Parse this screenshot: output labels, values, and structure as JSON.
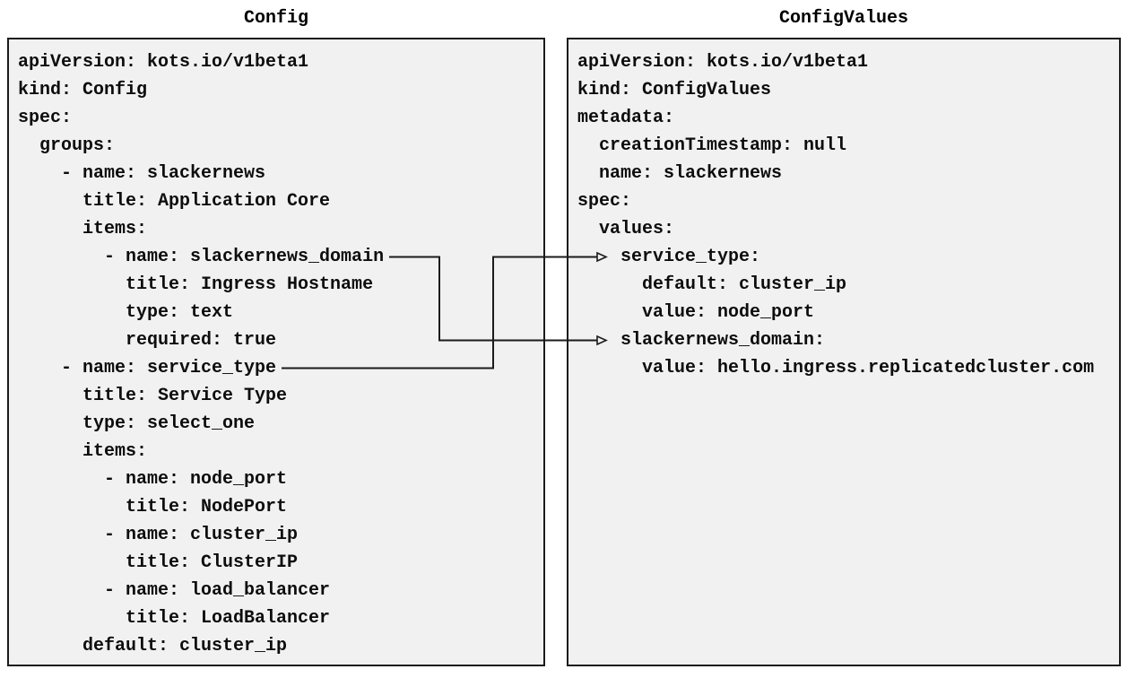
{
  "panels": {
    "config": {
      "title": "Config",
      "lines": [
        "apiVersion: kots.io/v1beta1",
        "kind: Config",
        "spec:",
        "  groups:",
        "    - name: slackernews",
        "      title: Application Core",
        "      items:",
        "        - name: slackernews_domain",
        "          title: Ingress Hostname",
        "          type: text",
        "          required: true",
        "    - name: service_type",
        "      title: Service Type",
        "      type: select_one",
        "      items:",
        "        - name: node_port",
        "          title: NodePort",
        "        - name: cluster_ip",
        "          title: ClusterIP",
        "        - name: load_balancer",
        "          title: LoadBalancer",
        "      default: cluster_ip"
      ]
    },
    "config_values": {
      "title": "ConfigValues",
      "lines": [
        "apiVersion: kots.io/v1beta1",
        "kind: ConfigValues",
        "metadata:",
        "  creationTimestamp: null",
        "  name: slackernews",
        "spec:",
        "  values:",
        "    service_type:",
        "      default: cluster_ip",
        "      value: node_port",
        "    slackernews_domain:",
        "      value: hello.ingress.replicatedcluster.com"
      ]
    }
  },
  "connections": [
    {
      "from_panel": "Config",
      "from_key": "name: slackernews_domain",
      "to_panel": "ConfigValues",
      "to_key": "slackernews_domain:"
    },
    {
      "from_panel": "Config",
      "from_key": "name: service_type",
      "to_panel": "ConfigValues",
      "to_key": "service_type:"
    }
  ],
  "colors": {
    "background": "#ffffff",
    "panel_fill": "#f1f1f1",
    "border": "#1b1b1b",
    "text": "#0d0d0d",
    "connector": "#1b1b1b"
  }
}
